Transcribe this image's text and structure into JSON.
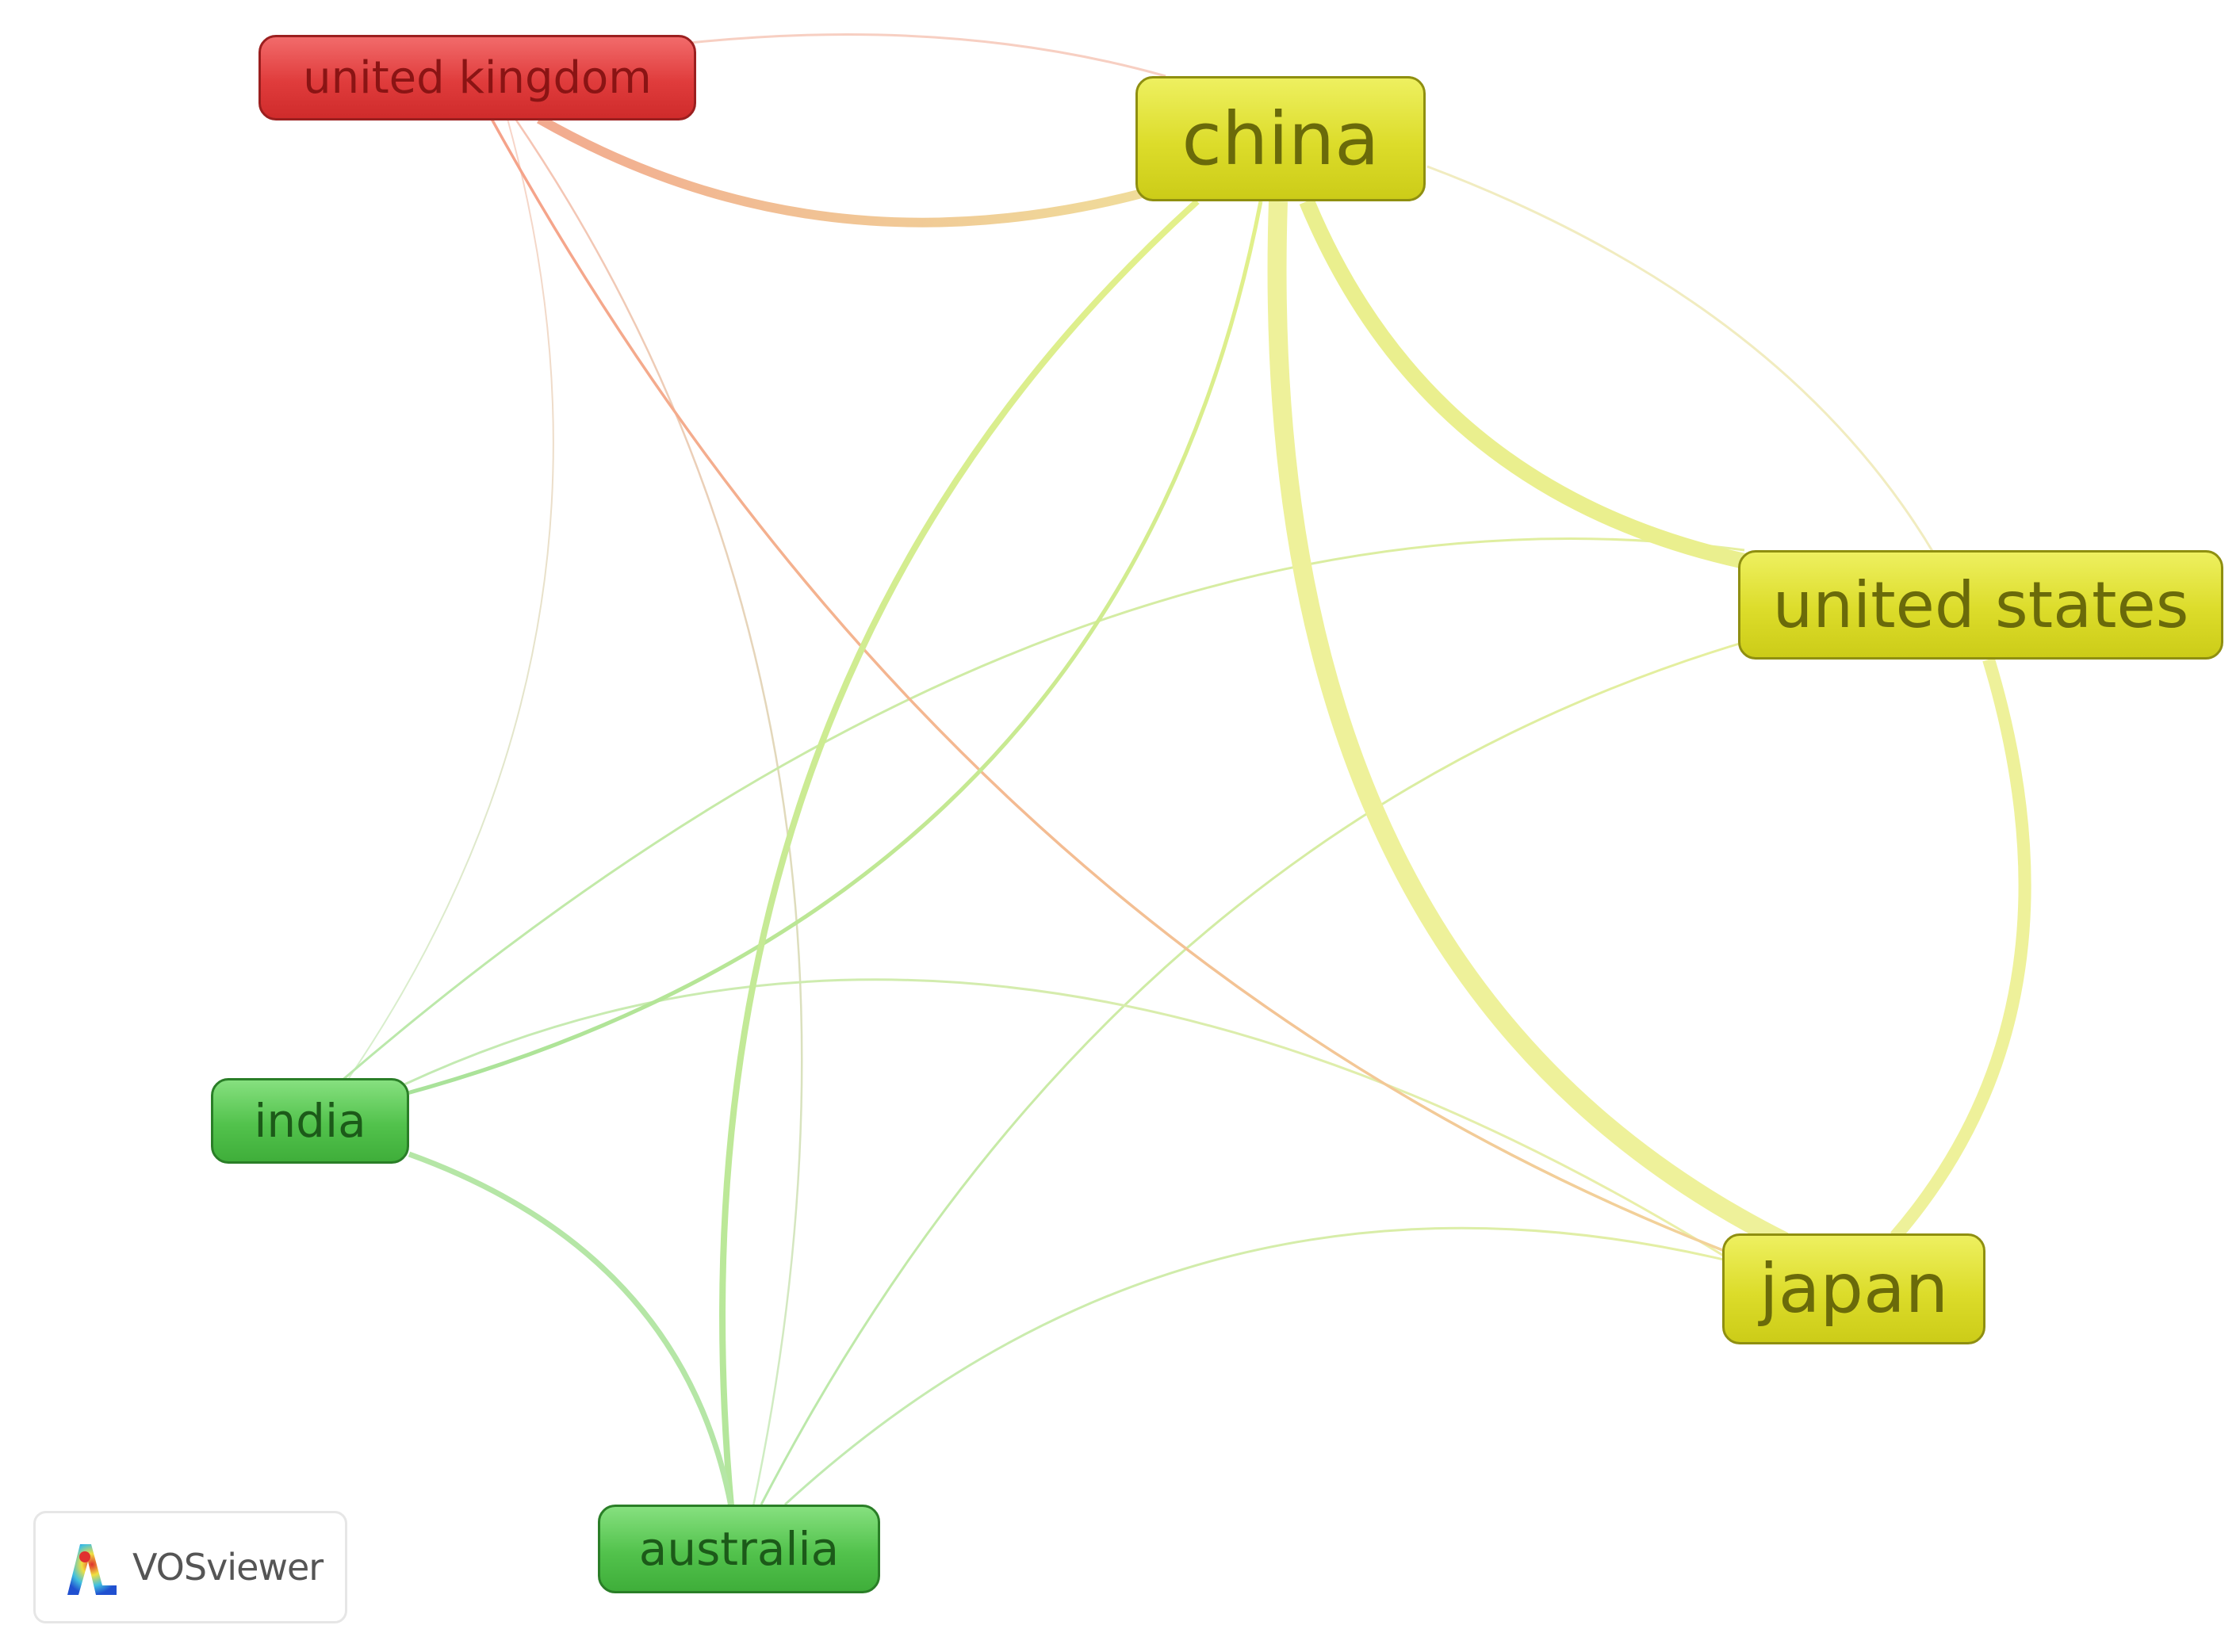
{
  "nodes": [
    {
      "id": "united_kingdom",
      "label": "united kingdom",
      "cluster": "red"
    },
    {
      "id": "china",
      "label": "china",
      "cluster": "yellow"
    },
    {
      "id": "united_states",
      "label": "united states",
      "cluster": "yellow"
    },
    {
      "id": "japan",
      "label": "japan",
      "cluster": "yellow"
    },
    {
      "id": "india",
      "label": "india",
      "cluster": "green"
    },
    {
      "id": "australia",
      "label": "australia",
      "cluster": "green"
    }
  ],
  "links": [
    {
      "source": "united_kingdom",
      "target": "china",
      "weight": "strong"
    },
    {
      "source": "united_kingdom",
      "target": "japan",
      "weight": "weak"
    },
    {
      "source": "united_kingdom",
      "target": "australia",
      "weight": "faint"
    },
    {
      "source": "united_kingdom",
      "target": "india",
      "weight": "faint"
    },
    {
      "source": "china",
      "target": "united_states",
      "weight": "very strong"
    },
    {
      "source": "china",
      "target": "japan",
      "weight": "very strong"
    },
    {
      "source": "united_states",
      "target": "japan",
      "weight": "very strong"
    },
    {
      "source": "china",
      "target": "australia",
      "weight": "medium"
    },
    {
      "source": "china",
      "target": "india",
      "weight": "weak"
    },
    {
      "source": "china",
      "target": "united_states",
      "weight": "faint"
    },
    {
      "source": "united_states",
      "target": "india",
      "weight": "faint"
    },
    {
      "source": "united_states",
      "target": "australia",
      "weight": "faint"
    },
    {
      "source": "india",
      "target": "japan",
      "weight": "faint"
    },
    {
      "source": "india",
      "target": "australia",
      "weight": "medium"
    },
    {
      "source": "australia",
      "target": "japan",
      "weight": "faint"
    }
  ],
  "cluster_colors": {
    "red": "#e03c3c",
    "yellow": "#dcdc2a",
    "green": "#52c24c"
  },
  "logo": {
    "text": "VOSviewer",
    "icon": "vosviewer-logo-icon"
  }
}
